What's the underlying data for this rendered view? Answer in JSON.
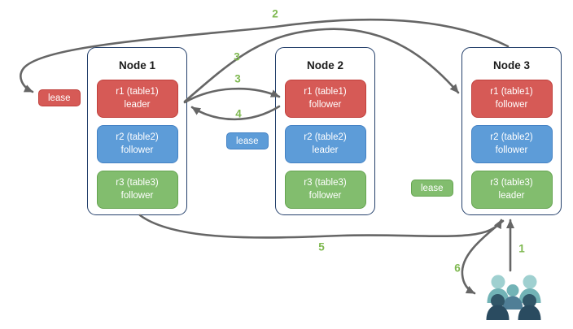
{
  "colors": {
    "red": "#d65a56",
    "red_border": "#c0403c",
    "blue": "#5d9cd8",
    "blue_border": "#4482c4",
    "green": "#82bd6e",
    "green_border": "#65a450",
    "node_border": "#24406b",
    "arrow": "#666666",
    "step_number": "#7eb84f",
    "title_text": "#1c1c1c",
    "teal_light": "#9fd0d0",
    "teal_mid": "#72b3b6",
    "teal_steel": "#4f7e96",
    "teal_dark_head": "#315668",
    "teal_dark_body": "#2a4b60"
  },
  "nodes": [
    {
      "title": "Node 1",
      "replicas": [
        {
          "name": "r1 (table1)",
          "role": "leader",
          "color": "red"
        },
        {
          "name": "r2 (table2)",
          "role": "follower",
          "color": "blue"
        },
        {
          "name": "r3 (table3)",
          "role": "follower",
          "color": "green"
        }
      ]
    },
    {
      "title": "Node 2",
      "replicas": [
        {
          "name": "r1 (table1)",
          "role": "follower",
          "color": "red"
        },
        {
          "name": "r2 (table2)",
          "role": "leader",
          "color": "blue"
        },
        {
          "name": "r3 (table3)",
          "role": "follower",
          "color": "green"
        }
      ]
    },
    {
      "title": "Node 3",
      "replicas": [
        {
          "name": "r1 (table1)",
          "role": "follower",
          "color": "red"
        },
        {
          "name": "r2 (table2)",
          "role": "follower",
          "color": "blue"
        },
        {
          "name": "r3 (table3)",
          "role": "leader",
          "color": "green"
        }
      ]
    }
  ],
  "leases": [
    {
      "label": "lease",
      "color": "red"
    },
    {
      "label": "lease",
      "color": "blue"
    },
    {
      "label": "lease",
      "color": "green"
    }
  ],
  "flow_labels": [
    {
      "step": "1"
    },
    {
      "step": "2"
    },
    {
      "step": "3"
    },
    {
      "step": "3"
    },
    {
      "step": "4"
    },
    {
      "step": "5"
    },
    {
      "step": "6"
    }
  ],
  "icons": {
    "clients": "users-group-icon"
  }
}
